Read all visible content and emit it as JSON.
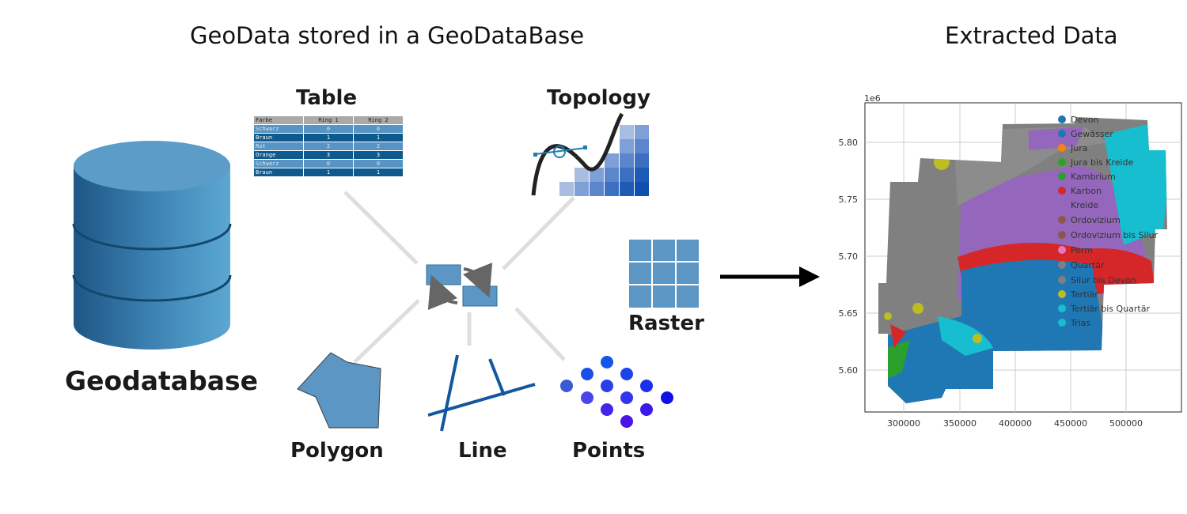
{
  "titles": {
    "left": "GeoData stored in a GeoDataBase",
    "right": "Extracted Data"
  },
  "labels": {
    "geodatabase": "Geodatabase",
    "table": "Table",
    "topology": "Topology",
    "raster": "Raster",
    "polygon": "Polygon",
    "line": "Line",
    "points": "Points"
  },
  "table": {
    "headers": [
      "Farbe",
      "Ring 1",
      "Ring 2"
    ],
    "rows": [
      [
        "Schwarz",
        "0",
        "0"
      ],
      [
        "Braun",
        "1",
        "1"
      ],
      [
        "Rot",
        "2",
        "2"
      ],
      [
        "Orange",
        "3",
        "3"
      ],
      [
        "Schwarz",
        "0",
        "0"
      ],
      [
        "Braun",
        "1",
        "1"
      ]
    ]
  },
  "map": {
    "exponent_label": "1e6",
    "x_ticks": [
      "300000",
      "350000",
      "400000",
      "450000",
      "500000"
    ],
    "y_ticks": [
      "5.60",
      "5.65",
      "5.70",
      "5.75",
      "5.80"
    ],
    "legend": [
      {
        "label": "Devon",
        "color": "#1f77b4"
      },
      {
        "label": "Gewässer",
        "color": "#1f77b4"
      },
      {
        "label": "Jura",
        "color": "#ff7f0e"
      },
      {
        "label": "Jura bis Kreide",
        "color": "#2ca02c"
      },
      {
        "label": "Kambrium",
        "color": "#2ca02c"
      },
      {
        "label": "Karbon",
        "color": "#d62728"
      },
      {
        "label": "Kreide",
        "color": "#9467bd"
      },
      {
        "label": "Ordovizium",
        "color": "#8c564b"
      },
      {
        "label": "Ordovizium bis Silur",
        "color": "#8c564b"
      },
      {
        "label": "Perm",
        "color": "#e377c2"
      },
      {
        "label": "Quartär",
        "color": "#7f7f7f"
      },
      {
        "label": "Silur bis Devon",
        "color": "#7f7f7f"
      },
      {
        "label": "Tertiär",
        "color": "#bcbd22"
      },
      {
        "label": "Tertiär bis Quartär",
        "color": "#17becf"
      },
      {
        "label": "Trias",
        "color": "#17becf"
      }
    ]
  }
}
